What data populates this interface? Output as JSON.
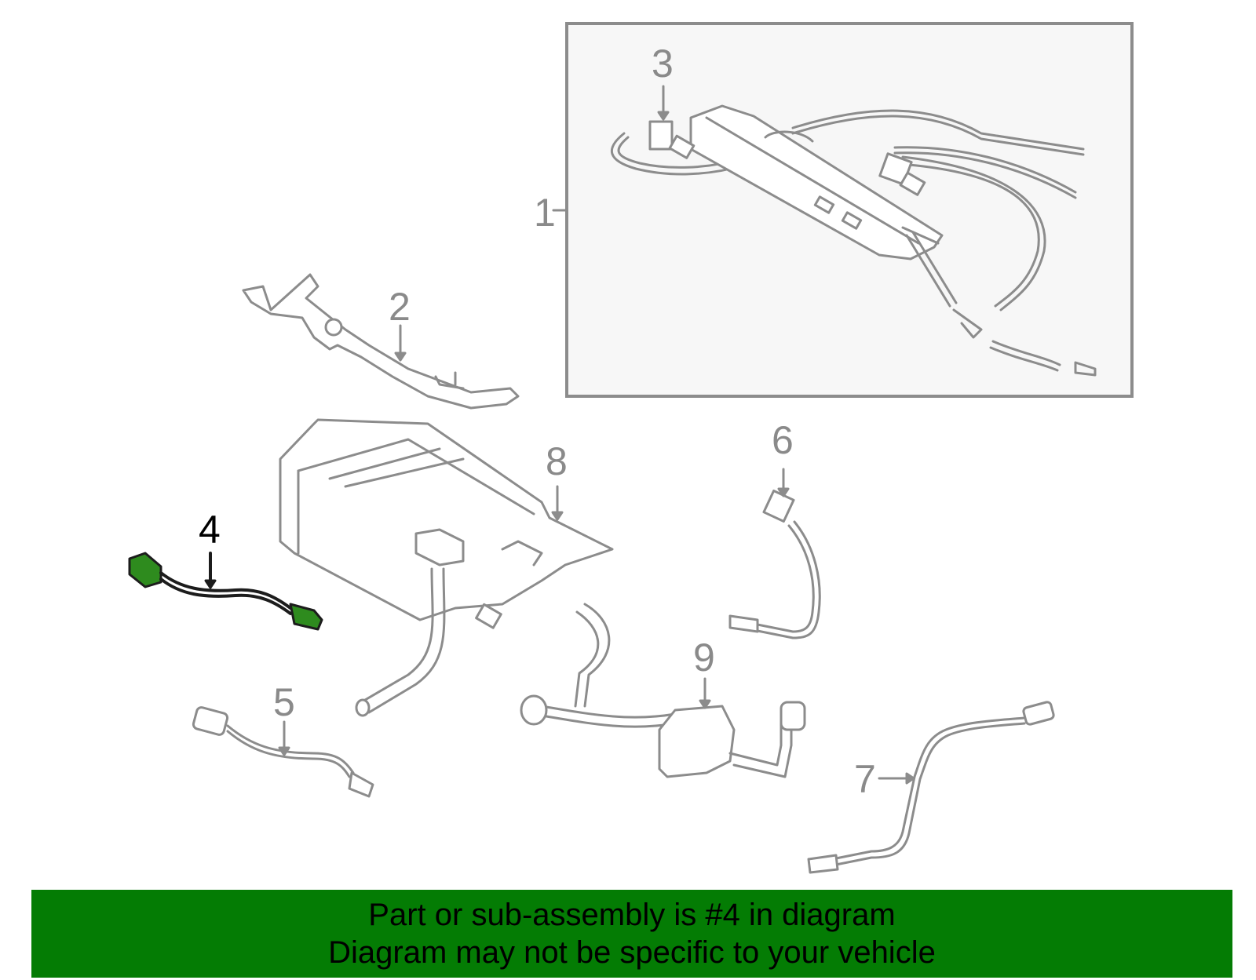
{
  "diagram": {
    "callouts": {
      "c1": "1",
      "c2": "2",
      "c3": "3",
      "c4": "4",
      "c5": "5",
      "c6": "6",
      "c7": "7",
      "c8": "8",
      "c9": "9"
    },
    "highlight_color": "#2e8b1e",
    "line_color": "#8c8c8c"
  },
  "banner": {
    "line1": "Part or sub-assembly is #4 in diagram",
    "line2": "Diagram may not be specific to your vehicle",
    "background": "#047c04"
  }
}
